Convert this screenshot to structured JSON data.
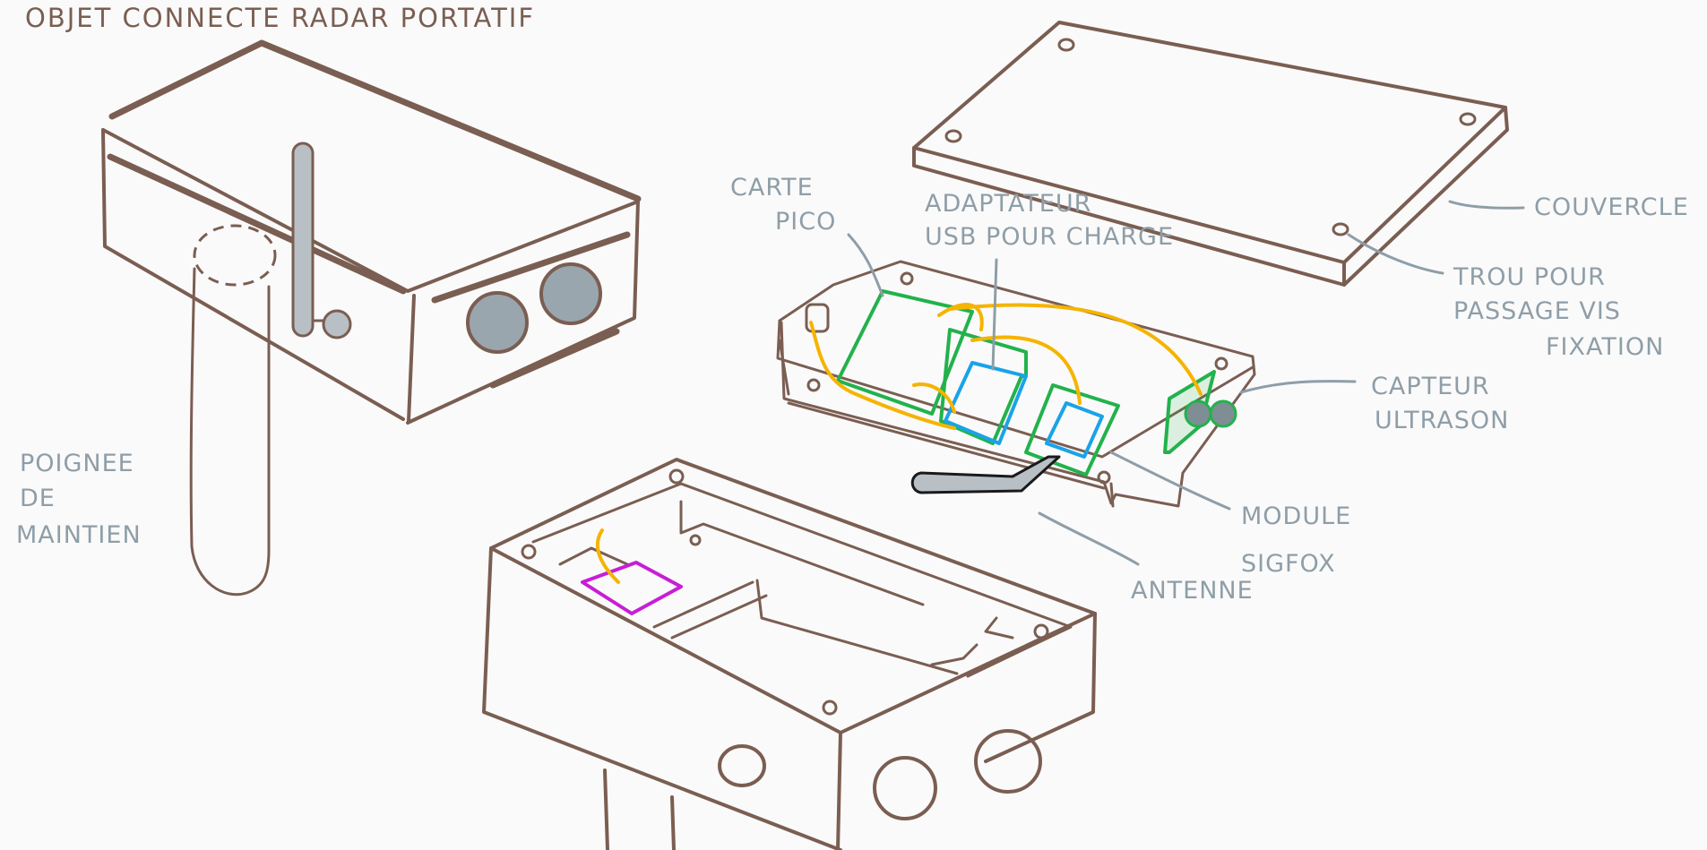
{
  "title": "OBJET CONNECTE RADAR PORTATIF",
  "labels": {
    "handle": [
      "POIGNEE",
      "DE",
      "MAINTIEN"
    ],
    "pico": [
      "CARTE",
      "PICO"
    ],
    "usb": [
      "ADAPTATEUR",
      "USB POUR CHARGE"
    ],
    "cover": "COUVERCLE",
    "screw": [
      "TROU POUR",
      "PASSAGE VIS",
      "FIXATION"
    ],
    "sensor": [
      "CAPTEUR",
      "ULTRASON"
    ],
    "sigfox": [
      "MODULE",
      "SIGFOX"
    ],
    "antenna": "ANTENNE"
  },
  "colors": {
    "ink": "#7a5e52",
    "label": "#8e9ea8",
    "pcb_green": "#22b24c",
    "wire_yellow": "#f5b400",
    "usb_blue": "#1aa3e8",
    "battery_magenta": "#c71ed6",
    "sensor_grey": "#9aa6ae"
  }
}
